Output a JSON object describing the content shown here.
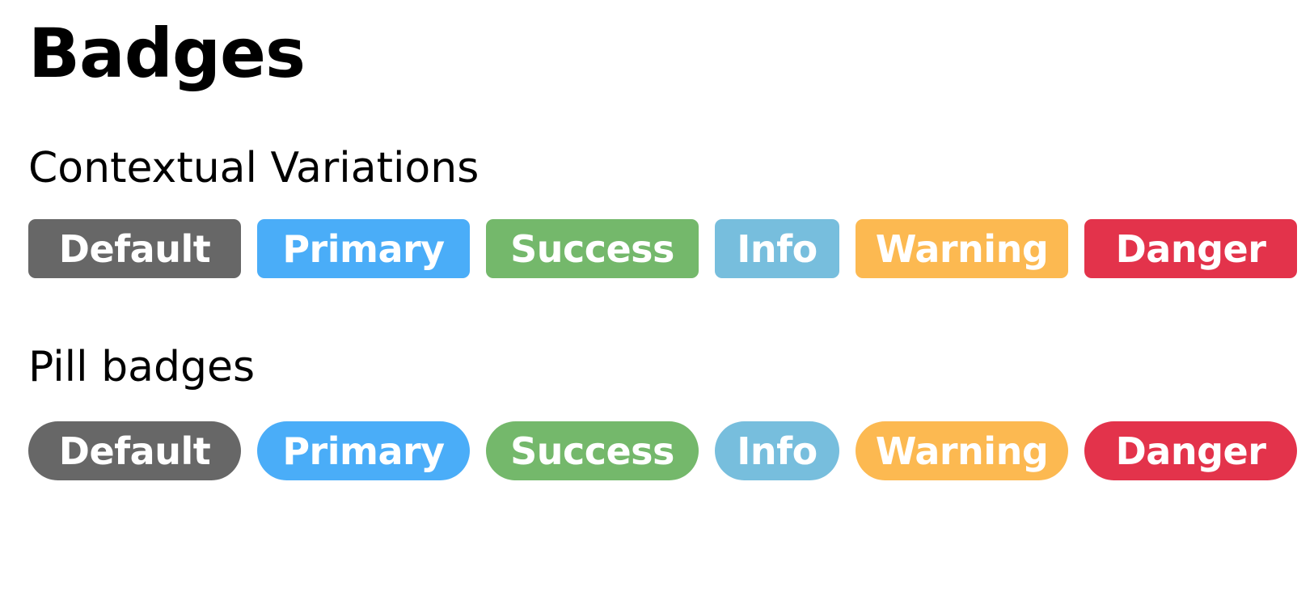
{
  "page": {
    "title": "Badges"
  },
  "sections": [
    {
      "title": "Contextual Variations",
      "style": "rounded",
      "badges": [
        {
          "label": "Default",
          "color": "#676767"
        },
        {
          "label": "Primary",
          "color": "#4aadf8"
        },
        {
          "label": "Success",
          "color": "#74b86b"
        },
        {
          "label": "Info",
          "color": "#77bedd"
        },
        {
          "label": "Warning",
          "color": "#fcb951"
        },
        {
          "label": "Danger",
          "color": "#e3334b"
        }
      ]
    },
    {
      "title": "Pill badges",
      "style": "pill",
      "badges": [
        {
          "label": "Default",
          "color": "#676767"
        },
        {
          "label": "Primary",
          "color": "#4aadf8"
        },
        {
          "label": "Success",
          "color": "#74b86b"
        },
        {
          "label": "Info",
          "color": "#77bedd"
        },
        {
          "label": "Warning",
          "color": "#fcb951"
        },
        {
          "label": "Danger",
          "color": "#e3334b"
        }
      ]
    }
  ]
}
